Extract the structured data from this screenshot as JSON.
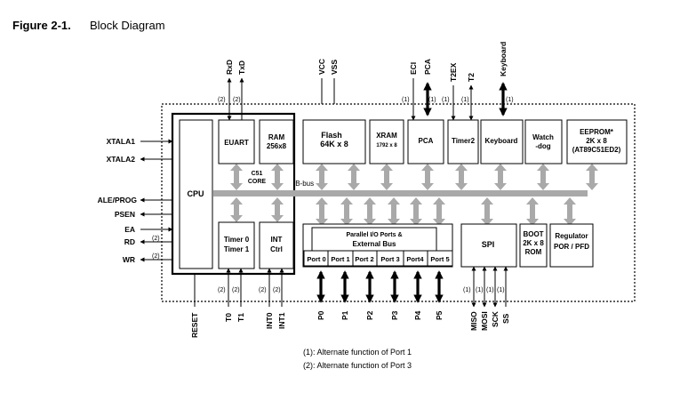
{
  "figure": {
    "number": "Figure 2-1.",
    "title": "Block Diagram"
  },
  "blocks": {
    "cpu": "CPU",
    "euart": "EUART",
    "ram": [
      "RAM",
      "256x8"
    ],
    "core": [
      "C51",
      "CORE"
    ],
    "timer": [
      "Timer 0",
      "Timer 1"
    ],
    "int_ctrl": [
      "INT",
      "Ctrl"
    ],
    "flash": [
      "Flash",
      "64K x 8"
    ],
    "xram": [
      "XRAM",
      "1792 x 8"
    ],
    "pca": "PCA",
    "timer2": "Timer2",
    "keyboard": "Keyboard",
    "watchdog": [
      "Watch",
      "-dog"
    ],
    "eeprom": [
      "EEPROM*",
      "2K x 8",
      "(AT89C51ED2)"
    ],
    "parallel_io": [
      "Parallel I/O Ports &",
      "External Bus"
    ],
    "ports": [
      "Port 0",
      "Port 1",
      "Port 2",
      "Port 3",
      "Port4",
      "Port 5"
    ],
    "spi": "SPI",
    "boot": [
      "BOOT",
      "2K x 8",
      "ROM"
    ],
    "regulator": [
      "Regulator",
      "POR / PFD"
    ],
    "ib_bus": "IB-bus"
  },
  "left_signals": [
    "XTALA1",
    "XTALA2",
    "ALE/PROG",
    "PSEN",
    "EA",
    "RD",
    "WR"
  ],
  "top_signals": {
    "rxd": "RxD",
    "txd": "TxD",
    "vcc": "VCC",
    "vss": "VSS",
    "eci": "ECI",
    "pca": "PCA",
    "t2ex": "T2EX",
    "t2": "T2",
    "keyboard": "Keyboard"
  },
  "bottom_signals": {
    "reset": "RESET",
    "t0": "T0",
    "t1": "T1",
    "int0": "INT0",
    "int1": "INT1",
    "p0": "P0",
    "p1": "P1",
    "p2": "P2",
    "p3": "P3",
    "p4": "P4",
    "p5": "P5",
    "miso": "MISO",
    "mosi": "MOSI",
    "sck": "SCK",
    "ss": "SS"
  },
  "markers": {
    "port1": "(1)",
    "port3": "(2)"
  },
  "notes": [
    "(1): Alternate function of Port 1",
    "(2): Alternate function of Port 3"
  ]
}
